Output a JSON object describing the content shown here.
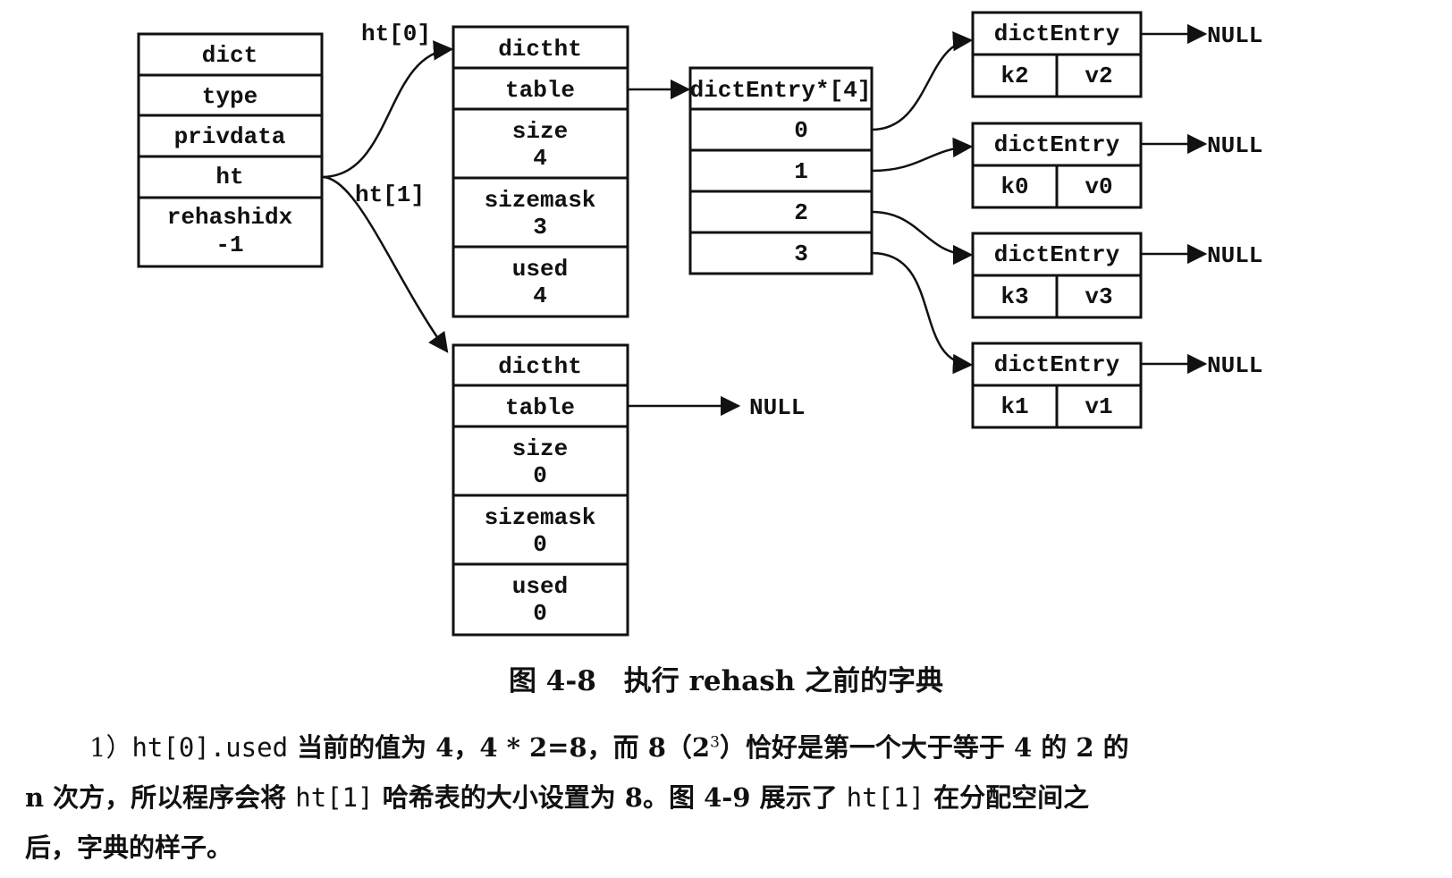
{
  "dict": {
    "fields": [
      {
        "label": "dict"
      },
      {
        "label": "type"
      },
      {
        "label": "privdata"
      },
      {
        "label": "ht"
      },
      {
        "label": "rehashidx",
        "value": "-1"
      }
    ]
  },
  "ht_labels": [
    "ht[0]",
    "ht[1]"
  ],
  "dictht0": {
    "fields": [
      {
        "label": "dictht"
      },
      {
        "label": "table"
      },
      {
        "label": "size",
        "value": "4"
      },
      {
        "label": "sizemask",
        "value": "3"
      },
      {
        "label": "used",
        "value": "4"
      }
    ]
  },
  "dictht1": {
    "fields": [
      {
        "label": "dictht"
      },
      {
        "label": "table"
      },
      {
        "label": "size",
        "value": "0"
      },
      {
        "label": "sizemask",
        "value": "0"
      },
      {
        "label": "used",
        "value": "0"
      }
    ],
    "table_target": "NULL"
  },
  "table_array": {
    "header": "dictEntry*[4]",
    "indices": [
      "0",
      "1",
      "2",
      "3"
    ]
  },
  "entries": [
    {
      "header": "dictEntry",
      "key": "k2",
      "value": "v2",
      "next": "NULL"
    },
    {
      "header": "dictEntry",
      "key": "k0",
      "value": "v0",
      "next": "NULL"
    },
    {
      "header": "dictEntry",
      "key": "k3",
      "value": "v3",
      "next": "NULL"
    },
    {
      "header": "dictEntry",
      "key": "k1",
      "value": "v1",
      "next": "NULL"
    }
  ],
  "caption": "图 4-8　执行 rehash 之前的字典",
  "paragraph": {
    "p1": "1）",
    "p2": "ht[0].used",
    "p3": " 当前的值为 4，4 * 2=8，而 8（2",
    "p3sup": "3",
    "p4": "）恰好是第一个大于等于 4 的 2 的",
    "p5": "n 次方，所以程序会将 ",
    "p6": "ht[1]",
    "p7": " 哈希表的大小设置为 8。",
    "p8": "图 4-9",
    "p9": " 展示了 ",
    "p10": "ht[1]",
    "p11": " 在分配空间之",
    "p12": "后，字典的样子。"
  }
}
